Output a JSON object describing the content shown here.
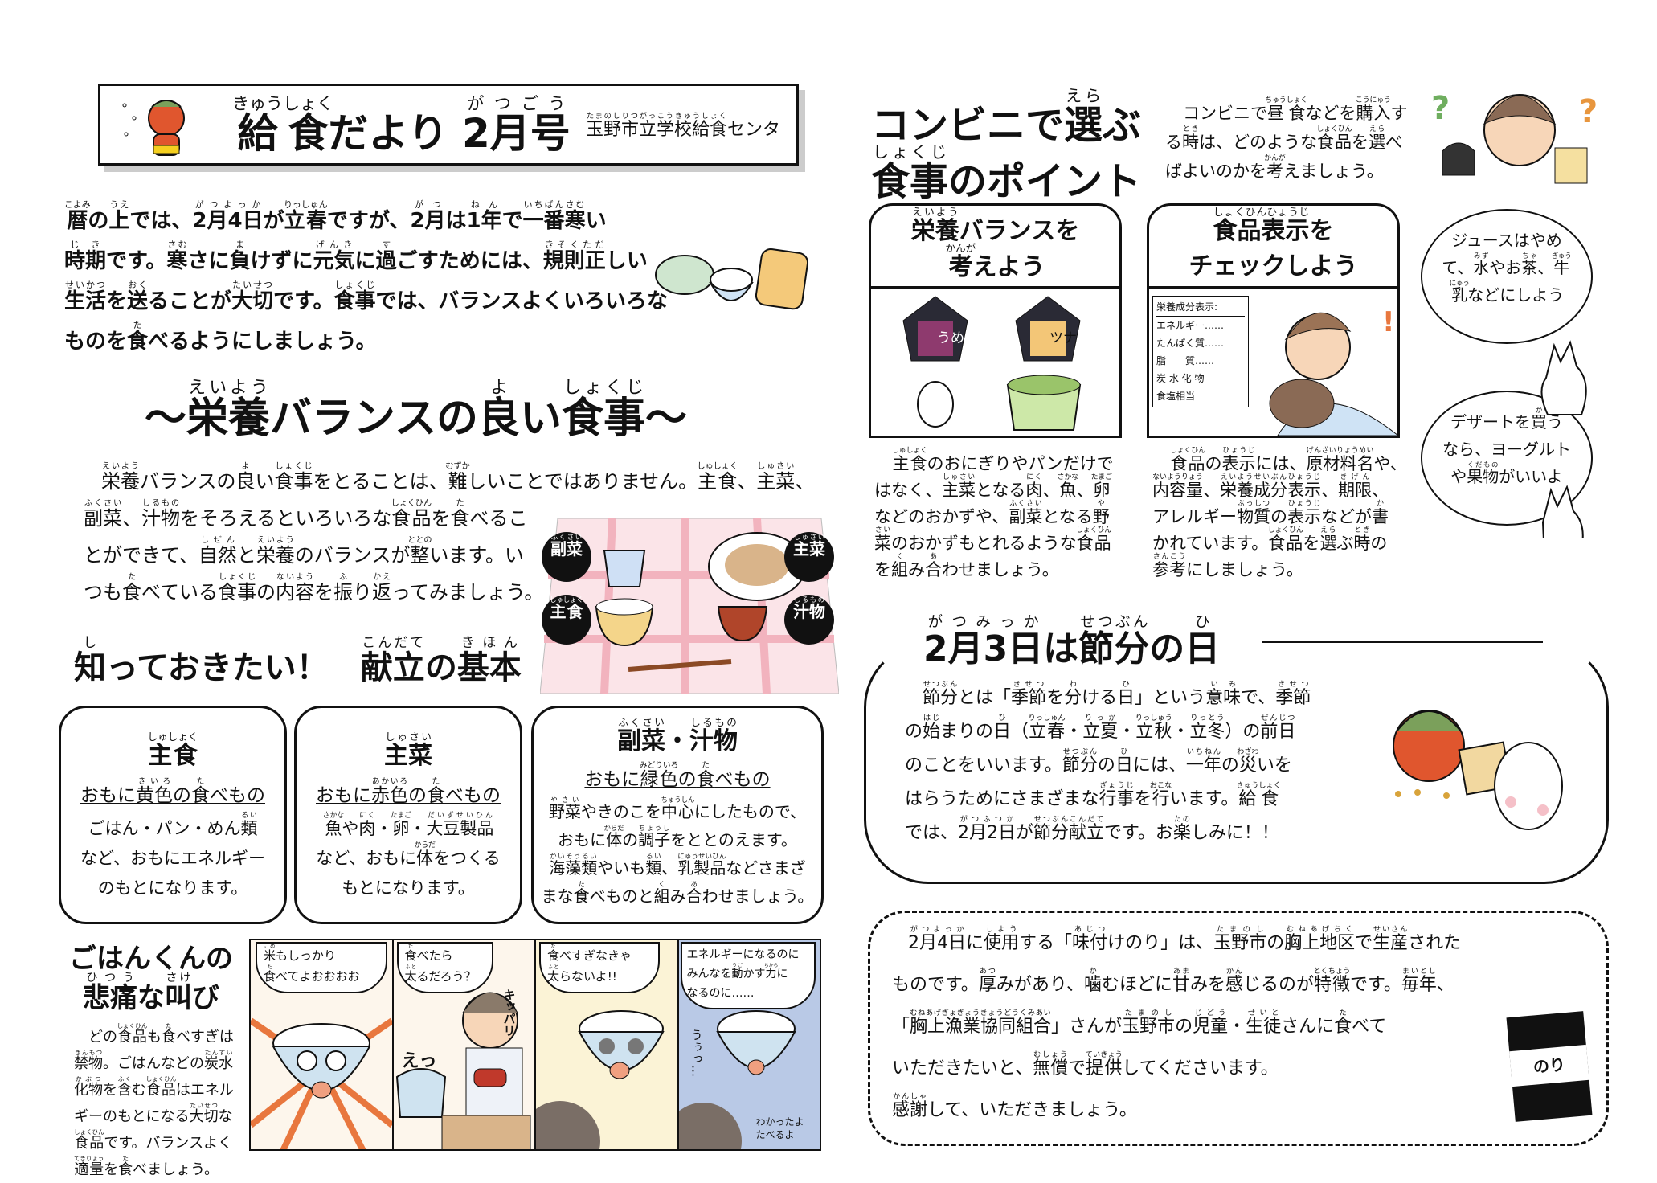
{
  "header": {
    "title": "{給食|きゅうしょく}だより",
    "issue": "{2月号|がつごう}",
    "publisher": "{玉野市立学校給食|たまのしりつがっこうきゅうしょく}センター"
  },
  "intro": "{暦|こよみ}の{上|うえ}では、{2月4日|がつよっか}が{立春|りっしゅん}ですが、{2月|がつ}は{1年|ねん}で{一番寒|いちばんさむ}い\n{時期|じき}です。{寒|さむ}さに{負|ま}けずに{元気|げんき}に{過|す}ごすためには、{規則正|きそくただ}しい\n{生活|せいかつ}を{送|おく}ることが{大切|たいせつ}です。{食事|しょくじ}では、バランスよくいろいろな\nものを{食|た}べるようにしましょう。",
  "balance": {
    "title": "～{栄養|えいよう}バランスの{良|よ}い{食事|しょくじ}～",
    "body": "{栄養|えいよう}バランスの{良|よ}い{食事|しょくじ}をとることは、{難|むずか}しいことではありません。{主食|しゅしょく}、{主菜|しゅさい}、\n{副菜|ふくさい}、{汁物|しるもの}をそろえるといろいろな{食品|しょくひん}を{食|た}べるこ\nとができて、{自然|しぜん}と{栄養|えいよう}のバランスが{整|ととの}います。い\nつも{食|た}べている{食事|しょくじ}の{内容|ないよう}を{振|ふ}り{返|かえ}ってみましょう。",
    "labels": [
      "{副菜|ふくさい}",
      "{主菜|しゅさい}",
      "{主食|しゅしょく}",
      "{汁物|しるもの}"
    ]
  },
  "basics": {
    "title": "{知|し}っておきたい！　{献立|こんだて}の{基本|きほん}",
    "cards": [
      {
        "title": "{主食|しゅしょく}",
        "subtitle": "おもに{黄色|きいろ}の{食|た}べもの",
        "body": "ごはん・パン・めん{類|るい}\nなど、おもにエネルギー\nのもとになります。"
      },
      {
        "title": "{主菜|しゅさい}",
        "subtitle": "おもに{赤色|あかいろ}の{食|た}べもの",
        "body": "{魚|さかな}や{肉|にく}・{卵|たまご}・{大豆製品|だいずせいひん}\nなど、おもに{体|からだ}をつくる\nもとになります。"
      },
      {
        "title": "{副菜|ふくさい}・{汁物|しるもの}",
        "subtitle": "おもに{緑色|みどりいろ}の{食|た}べもの",
        "body": "{野菜|やさい}やきのこを{中心|ちゅうしん}にしたもので、\nおもに{体|からだ}の{調子|ちょうし}をととのえます。\n{海藻類|かいそうるい}やいも{類|るい}、{乳製品|にゅうせいひん}などさまざ\nまな{食|た}べものと{組|く}み{合|あ}わせましょう。"
      }
    ]
  },
  "gohan": {
    "title": "ごはんくんの\n{悲痛|ひつう}な{叫|さけ}び",
    "body": "どの{食品|しょくひん}も{食|た}べすぎは\n{禁物|きんもつ}。ごはんなどの{炭水|たんすい}\n{化物|かぶつ}を{含|ふく}む{食品|しょくひん}はエネル\nギーのもとになる{大切|たいせつ}な\n{食品|しょくひん}です。バランスよく\n{適量|てきりょう}を{食|た}べましょう。",
    "panels": [
      {
        "speech": "{米|こめ}もしっかり\n{食|た}べてよおおおお",
        "bg": "#fdf6ec"
      },
      {
        "speech": "{食|た}べたら\n{太|ふと}るだろう？",
        "sfx": "キッパリ",
        "sfx2": "えっ",
        "bg": "#fdf6ec"
      },
      {
        "speech": "{食|た}べすぎなきゃ\n{太|ふと}らないよ!!",
        "bg": "#fbf3d6"
      },
      {
        "speech": "エネルギーになるのに\nみんなを{動|うご}かす{力|ちから}に\nなるのに……",
        "sfx": "うぅっ…",
        "sfx2": "わかったよ\nたべるよ",
        "bg": "#b9c9e6"
      }
    ]
  },
  "konbini": {
    "title": "コンビニで{選|えら}ぶ\n{食事|しょくじ}のポイント",
    "intro": "コンビニで{昼食|ちゅうしょく}などを{購入|こうにゅう}す\nる{時|とき}は、どのような{食品|しょくひん}を{選|えら}べ\nばよいのかを{考|かんが}えましょう。",
    "card1": {
      "title": "{栄養|えいよう}バランスを\n{考|かんが}えよう",
      "onigiri": [
        "うめ",
        "ツナ"
      ],
      "body": "{主食|しゅしょく}のおにぎりやパンだけで\nはなく、{主菜|しゅさい}となる{肉|にく}、{魚|さかな}、{卵|たまご}\nなどのおかずや、{副菜|ふくさい}となる{野|や}\n{菜|さい}のおかずもとれるような{食品|しょくひん}\nを{組|く}み{合|あ}わせましょう。"
    },
    "card2": {
      "title": "{食品表示|しょくひんひょうじ}を\nチェックしよう",
      "label": [
        "栄養成分表示:",
        "エネルギー……",
        "たんぱく質……",
        "脂　　質……",
        "炭 水 化 物",
        "食塩相当"
      ],
      "body": "{食品|しょくひん}の{表示|ひょうじ}には、{原材料名|げんざいりょうめい}や、\n{内容量|ないようりょう}、{栄養成分表示|えいようせいぶんひょうじ}、{期限|きげん}、\nアレルギー{物質|ぶっしつ}の{表示|ひょうじ}などが{書|か}\nかれています。{食品|しょくひん}を{選|えら}ぶ{時|とき}の\n{参考|さんこう}にしましょう。"
    },
    "bubbles": [
      "ジュースはやめ\nて、{水|みず}やお{茶|ちゃ}、{牛|ぎゅう}\n{乳|にゅう}などにしよう",
      "デザートを{買|か}う\nなら、ヨーグルト\nや{果物|くだもの}がいいよ"
    ]
  },
  "setsubun": {
    "title": "{2月3日|がつみっか}は{節分|せつぶん}の{日|ひ}",
    "body": "{節分|せつぶん}とは「{季節|きせつ}を{分|わ}ける{日|ひ}」という{意味|いみ}で、{季節|きせつ}\nの{始|はじ}まりの{日|ひ}（{立春|りっしゅん}・{立夏|りっか}・{立秋|りっしゅう}・{立冬|りっとう}）の{前日|ぜんじつ}\nのことをいいます。{節分|せつぶん}の{日|ひ}には、{一年|いちねん}の{災|わざわ}いを\nはらうためにさまざまな{行事|ぎょうじ}を{行|おこな}います。{給食|きゅうしょく}\nでは、{2月2日|がつふつか}が{節分献立|せつぶんこんだて}です。お{楽|たの}しみに！！"
  },
  "nori": {
    "body": "{2月4日|がつよっか}に{使用|しよう}する「{味付|あじつ}けのり」は、{玉野市|たまのし}の{胸上地区|むねあげちく}で{生産|せいさん}された\nものです。{厚|あつ}みがあり、{噛|か}むほどに{甘|あま}みを{感|かん}じるのが{特徴|とくちょう}です。{毎年|まいとし}、\n「{胸上漁業協同組合|むねあげぎょぎょうきょうどうくみあい}」さんが{玉野市|たまのし}の{児童|じどう}・{生徒|せいと}さんに{食|た}べて\nいただきたいと、{無償|むしょう}で{提供|ていきょう}してくださいます。\n{感謝|かんしゃ}して、いただきましょう。",
    "label": "のり"
  },
  "colors": {
    "oni": "#e0562e",
    "cloth": "#f6c9d0",
    "accent_orange": "#e8773e"
  }
}
